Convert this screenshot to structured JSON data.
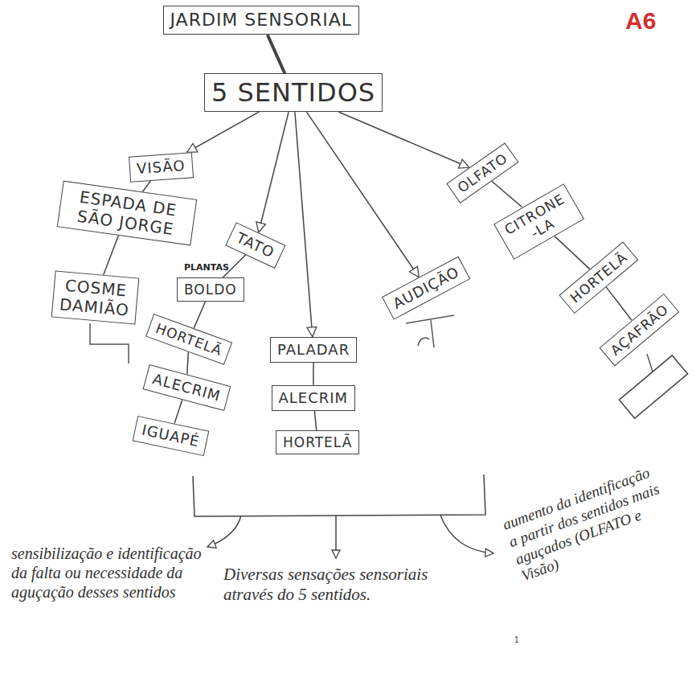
{
  "diagram": {
    "nodes": [
      {
        "text": [
          "JARDIM SENSORIAL"
        ]
      },
      {
        "text": [
          "5 SENTIDOS"
        ]
      },
      {
        "text": [
          "VISÃO"
        ]
      },
      {
        "text": [
          "ESPADA DE SÃO JORGE"
        ]
      },
      {
        "text": [
          "COSME DAMIÃO"
        ]
      },
      {
        "text": [
          "TATO"
        ]
      },
      {
        "text": [
          "BOLDO"
        ]
      },
      {
        "text": [
          "HORTELÃ"
        ]
      },
      {
        "text": [
          "ALECRIM"
        ]
      },
      {
        "text": [
          "IGUAPÉ"
        ]
      },
      {
        "text": [
          "PALADAR"
        ]
      },
      {
        "text": [
          "ALECRIM"
        ]
      },
      {
        "text": [
          "HORTELÃ"
        ]
      },
      {
        "text": [
          "AUDIÇÃO"
        ]
      },
      {
        "text": [
          "OLFATO"
        ]
      },
      {
        "text": [
          "CITRONE -LA"
        ]
      },
      {
        "text": [
          "HORTELÃ"
        ]
      },
      {
        "text": [
          "AÇAFRÃO"
        ]
      }
    ],
    "edges": [
      {
        "from": 0,
        "to": 1,
        "arrow": "none"
      },
      {
        "from": 1,
        "to": 2,
        "arrow": "to"
      },
      {
        "from": 1,
        "to": 5,
        "arrow": "to"
      },
      {
        "from": 1,
        "to": 10,
        "arrow": "to"
      },
      {
        "from": 1,
        "to": 13,
        "arrow": "to"
      },
      {
        "from": 1,
        "to": 14,
        "arrow": "to"
      },
      {
        "from": 2,
        "to": 3,
        "arrow": "none"
      },
      {
        "from": 3,
        "to": 4,
        "arrow": "none"
      },
      {
        "from": 5,
        "to": 6,
        "arrow": "none"
      },
      {
        "from": 6,
        "to": 7,
        "arrow": "none"
      },
      {
        "from": 7,
        "to": 8,
        "arrow": "none"
      },
      {
        "from": 8,
        "to": 9,
        "arrow": "none"
      },
      {
        "from": 10,
        "to": 11,
        "arrow": "none"
      },
      {
        "from": 11,
        "to": 12,
        "arrow": "none"
      },
      {
        "from": 14,
        "to": 15,
        "arrow": "none"
      },
      {
        "from": 15,
        "to": 16,
        "arrow": "none"
      },
      {
        "from": 16,
        "to": 17,
        "arrow": "none"
      }
    ],
    "labels": [
      "A6",
      "PLANTAS",
      "sensibilização e identificação da falta ou necessidade da aguçação desses sentidos",
      "Diversas sensações sensoriais através do 5 sentidos.",
      "aumento da identificação a partir dos sentidos mais aguçados (OLFATO e Visão)",
      "1"
    ]
  }
}
